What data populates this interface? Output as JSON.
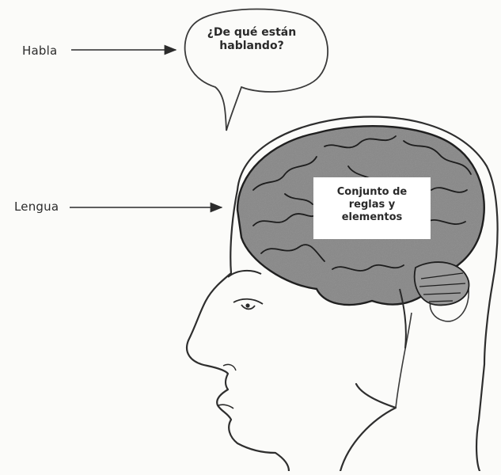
{
  "labels": {
    "habla": "Habla",
    "lengua": "Lengua"
  },
  "speech_bubble": {
    "line1": "¿De qué están",
    "line2": "hablando?"
  },
  "brain_box": {
    "line1": "Conjunto de",
    "line2": "reglas y",
    "line3": "elementos"
  },
  "colors": {
    "ink": "#2b2b2b",
    "background": "#fbfbf9",
    "brain_shade": "#6e6e6e"
  }
}
